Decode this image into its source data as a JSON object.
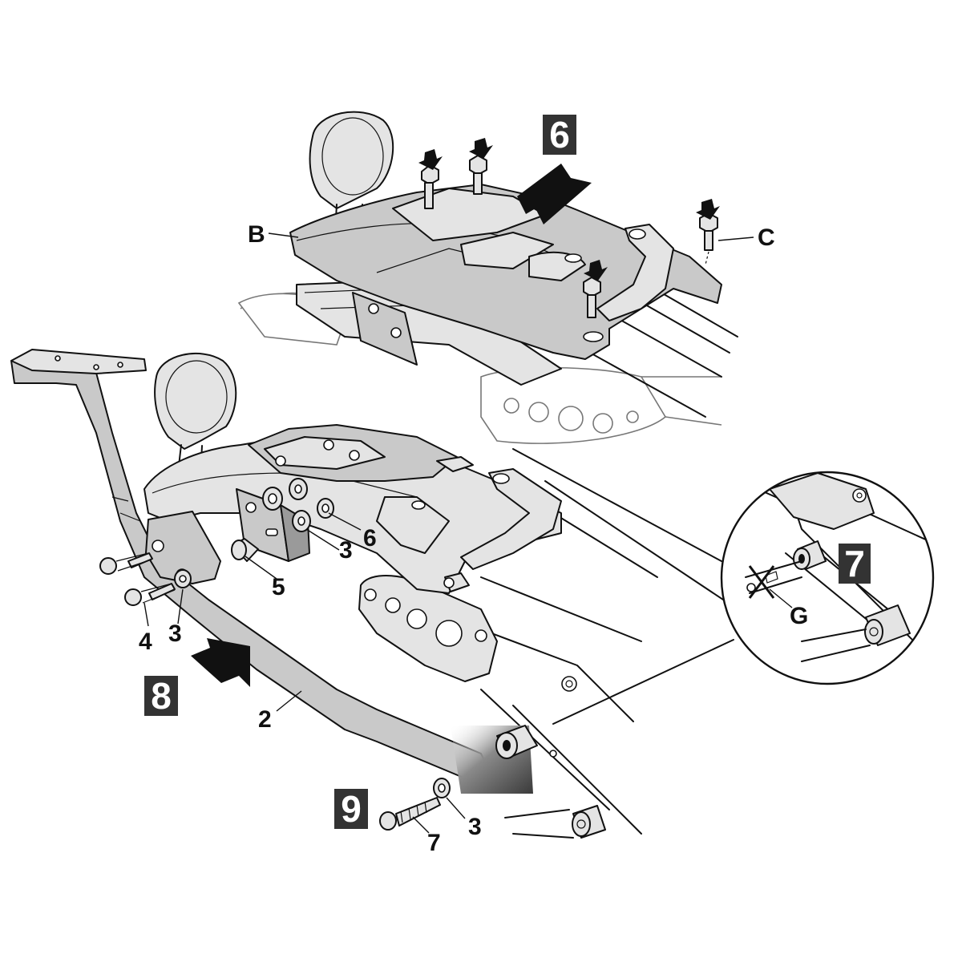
{
  "steps": {
    "step_6": "6",
    "step_7": "7",
    "step_8": "8",
    "step_9": "9"
  },
  "callouts": {
    "b": "B",
    "c": "C",
    "g": "G",
    "part_2": "2",
    "part_3_upper": "3",
    "part_3_left": "3",
    "part_3_lower": "3",
    "part_4": "4",
    "part_5": "5",
    "part_6": "6",
    "part_7": "7"
  },
  "colors": {
    "step_box": "#333333",
    "part_fill": "#c9c9c9",
    "outline": "#111111"
  }
}
